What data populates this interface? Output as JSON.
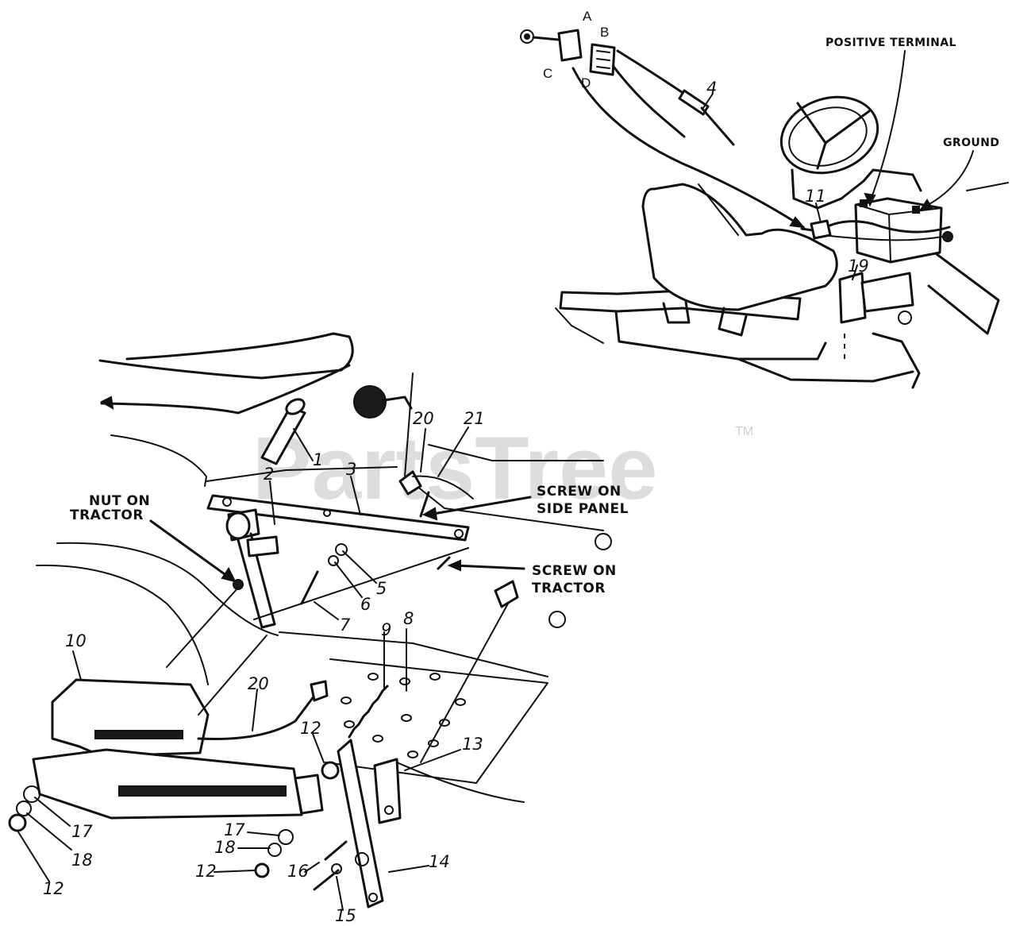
{
  "watermark": {
    "brand": "PartsTree",
    "tm": "TM"
  },
  "terminal_letters": [
    "A",
    "B",
    "C",
    "D"
  ],
  "callouts": {
    "p1": "1",
    "p2": "2",
    "p3": "3",
    "p4": "4",
    "p5": "5",
    "p6": "6",
    "p7": "7",
    "p8": "8",
    "p9": "9",
    "p10": "10",
    "p11": "11",
    "p12a": "12",
    "p12b": "12",
    "p12c": "12",
    "p13": "13",
    "p14": "14",
    "p15": "15",
    "p16": "16",
    "p17a": "17",
    "p17b": "17",
    "p18a": "18",
    "p18b": "18",
    "p19": "19",
    "p20a": "20",
    "p20b": "20",
    "p21": "21"
  },
  "captions": {
    "positive_terminal": "POSITIVE TERMINAL",
    "ground": "GROUND",
    "nut_on_tractor_1": "NUT ON",
    "nut_on_tractor_2": "TRACTOR",
    "screw_side_panel_1": "SCREW ON",
    "screw_side_panel_2": "SIDE PANEL",
    "screw_tractor_1": "SCREW ON",
    "screw_tractor_2": "TRACTOR"
  },
  "colors": {
    "ink": "#111111",
    "watermark": "#cfcfcf",
    "paper": "#ffffff"
  }
}
